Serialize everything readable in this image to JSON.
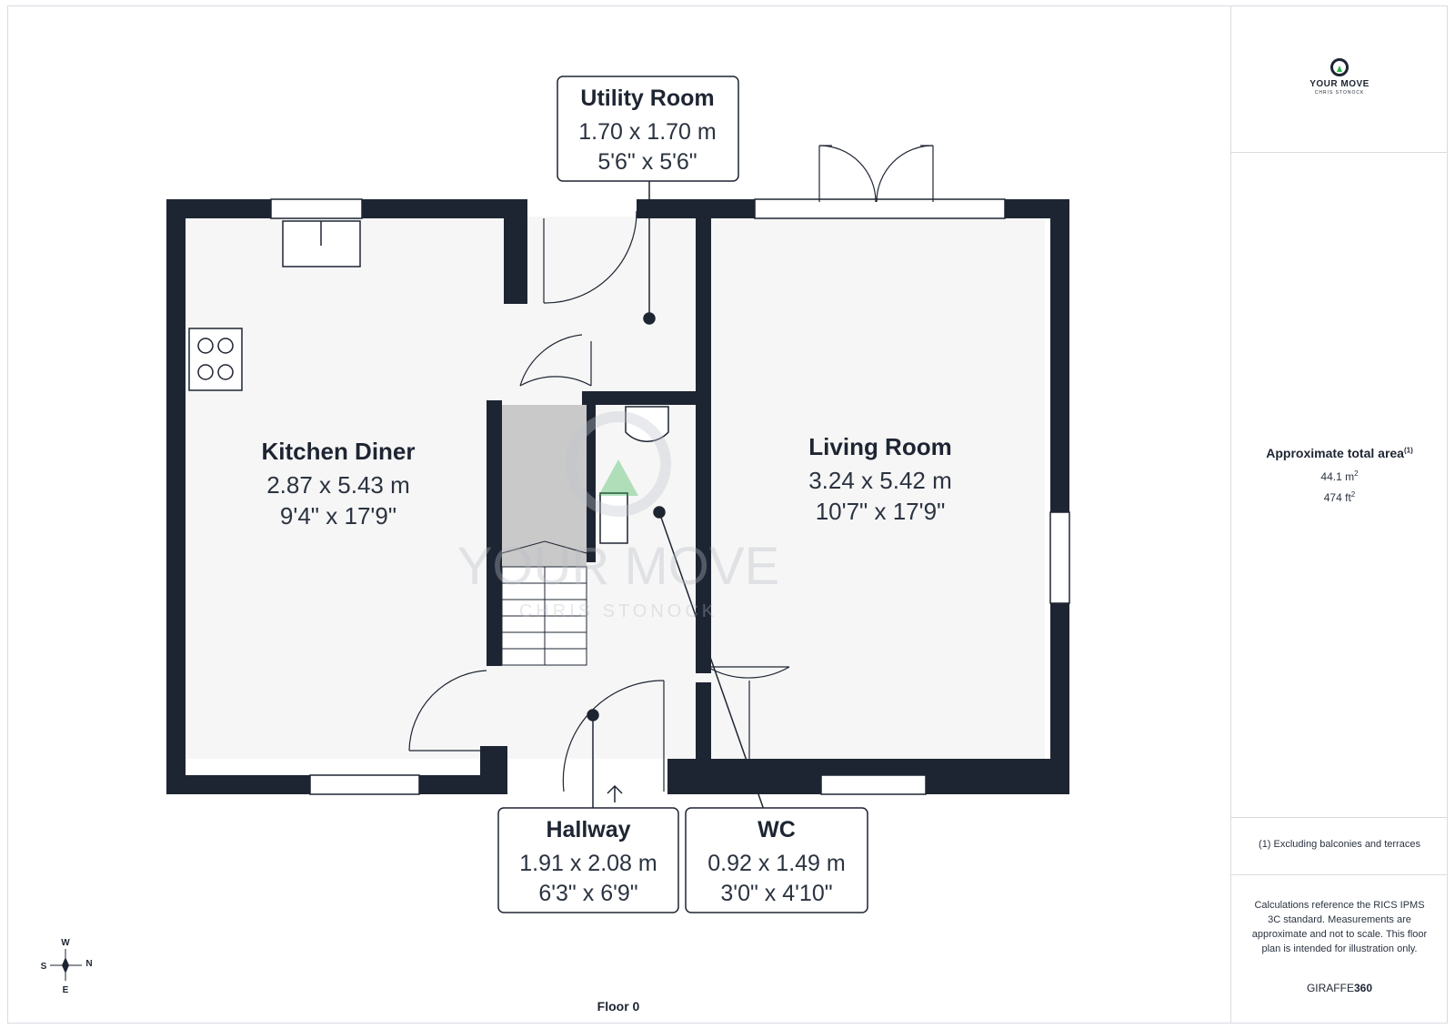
{
  "brand": {
    "logo_line1": "YOUR MOVE",
    "logo_line2": "CHRIS STONOCK",
    "watermark_line1": "YOUR MOVE",
    "watermark_line2": "CHRIS STONOCK",
    "colors": {
      "wall": "#1e2532",
      "floor": "#f6f6f6",
      "accent": "#2db24a",
      "text": "#1e2532"
    }
  },
  "rooms": [
    {
      "id": "utility",
      "name": "Utility Room",
      "metric": "1.70 x 1.70 m",
      "imperial": "5'6\" x 5'6\""
    },
    {
      "id": "kitchen",
      "name": "Kitchen Diner",
      "metric": "2.87 x 5.43 m",
      "imperial": "9'4\" x 17'9\""
    },
    {
      "id": "living",
      "name": "Living Room",
      "metric": "3.24 x 5.42 m",
      "imperial": "10'7\" x 17'9\""
    },
    {
      "id": "hallway",
      "name": "Hallway",
      "metric": "1.91 x 2.08 m",
      "imperial": "6'3\" x 6'9\""
    },
    {
      "id": "wc",
      "name": "WC",
      "metric": "0.92 x 1.49 m",
      "imperial": "3'0\" x 4'10\""
    }
  ],
  "area": {
    "heading": "Approximate total area",
    "footnote_mark": "(1)",
    "metric_value": "44.1 m",
    "imperial_value": "474 ft",
    "superscript": "2"
  },
  "footnote": "(1) Excluding balconies and terraces",
  "disclaimer": "Calculations reference the RICS IPMS 3C standard. Measurements are approximate and not to scale. This floor plan is intended for illustration only.",
  "credit": {
    "part1": "GIRAFFE",
    "part2": "360"
  },
  "floor_label": "Floor 0",
  "compass": {
    "n": "N",
    "s": "S",
    "e": "E",
    "w": "W"
  }
}
